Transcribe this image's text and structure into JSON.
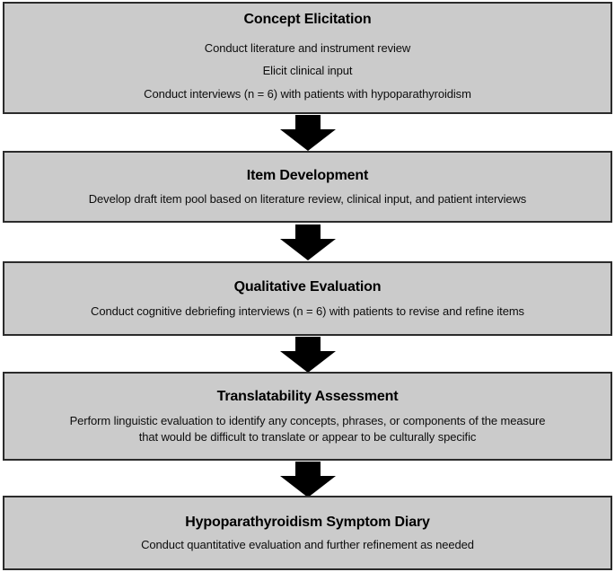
{
  "diagram": {
    "type": "vertical-flowchart",
    "orientation": "top-to-bottom",
    "box_fill_color": "#cbcbcb",
    "box_border_color": "#2b2b2b",
    "arrow_color": "#000000",
    "background_color": "#ffffff",
    "stage_count": 5,
    "arrow_count": 4,
    "stages": [
      {
        "title": "Concept Elicitation",
        "lines": [
          "Conduct literature and instrument review",
          "Elicit clinical input",
          "Conduct interviews (n = 6) with patients with hypoparathyroidism"
        ]
      },
      {
        "title": "Item Development",
        "lines": [
          "Develop draft item pool based on literature review, clinical input, and patient interviews"
        ]
      },
      {
        "title": "Qualitative Evaluation",
        "lines": [
          "Conduct cognitive debriefing interviews (n = 6) with patients to revise and refine items"
        ]
      },
      {
        "title": "Translatability Assessment",
        "lines": [
          "Perform linguistic evaluation to identify any concepts, phrases, or components of the measure\nthat would be difficult to translate or appear to be culturally specific"
        ]
      },
      {
        "title": "Hypoparathyroidism Symptom Diary",
        "lines": [
          "Conduct quantitative evaluation and further refinement as needed"
        ]
      }
    ],
    "arrows": [
      {
        "icon": "down-arrow-icon",
        "from": "Concept Elicitation",
        "to": "Item Development"
      },
      {
        "icon": "down-arrow-icon",
        "from": "Item Development",
        "to": "Qualitative Evaluation"
      },
      {
        "icon": "down-arrow-icon",
        "from": "Qualitative Evaluation",
        "to": "Translatability Assessment"
      },
      {
        "icon": "down-arrow-icon",
        "from": "Translatability Assessment",
        "to": "Hypoparathyroidism Symptom Diary"
      }
    ]
  }
}
